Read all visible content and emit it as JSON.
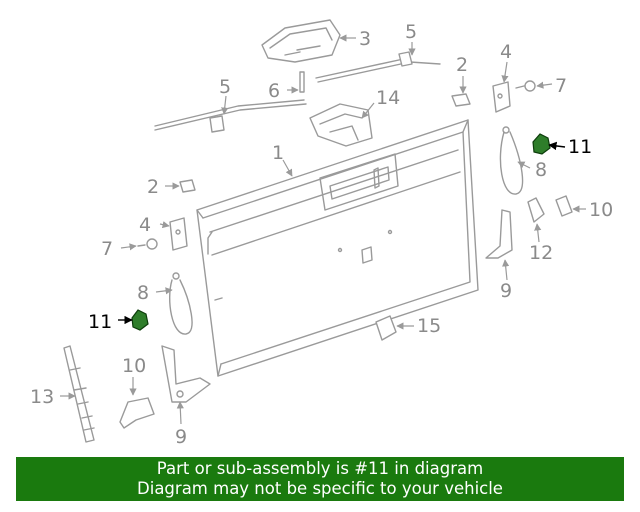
{
  "callouts": {
    "c1": "1",
    "c2a": "2",
    "c2b": "2",
    "c3": "3",
    "c4a": "4",
    "c4b": "4",
    "c5a": "5",
    "c5b": "5",
    "c6": "6",
    "c7a": "7",
    "c7b": "7",
    "c8a": "8",
    "c8b": "8",
    "c9a": "9",
    "c9b": "9",
    "c10a": "10",
    "c10b": "10",
    "c11a": "11",
    "c11b": "11",
    "c12": "12",
    "c13": "13",
    "c14": "14",
    "c15": "15"
  },
  "banner": {
    "line1": "Part or sub-assembly is #11 in diagram",
    "line2": "Diagram may not be specific to your vehicle"
  },
  "colors": {
    "banner_bg": "#1a7a0e",
    "highlight_part": "#2e7d2a",
    "part_stroke": "#9a9a9a"
  }
}
